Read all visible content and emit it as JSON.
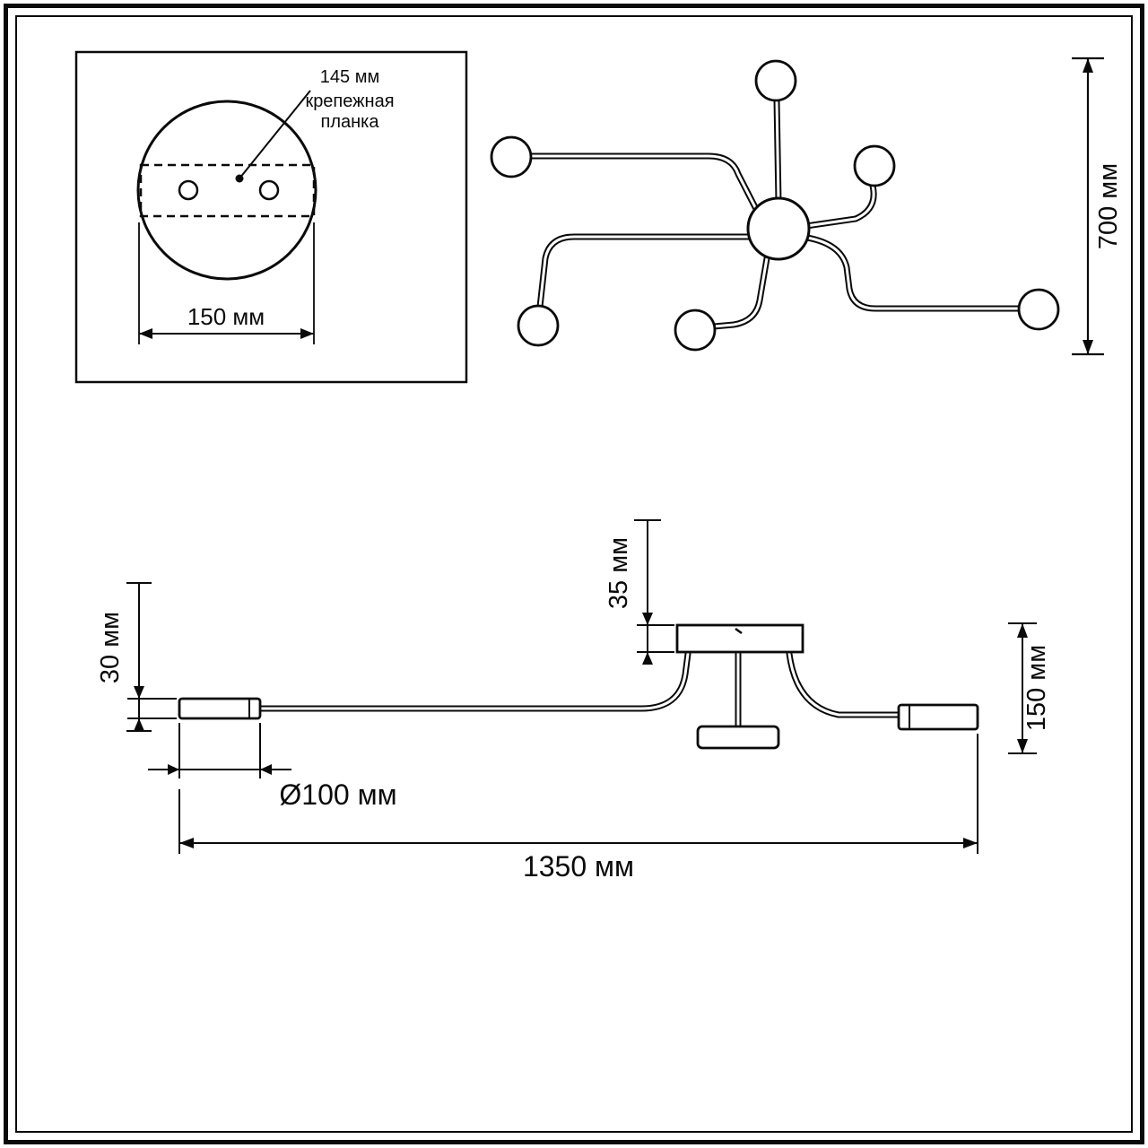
{
  "labels": {
    "detail": {
      "dim_145": "145 мм",
      "bracket_line1": "крепежная",
      "bracket_line2": "планка",
      "dim_150": "150 мм"
    },
    "top_view": {
      "dim_700": "700 мм"
    },
    "side_view": {
      "dim_30": "30 мм",
      "dim_35": "35 мм",
      "dim_150": "150 мм",
      "dim_d100": "Ø100 мм",
      "dim_1350": "1350 мм"
    }
  },
  "colors": {
    "line": "#0a0a0a",
    "background": "#ffffff"
  }
}
